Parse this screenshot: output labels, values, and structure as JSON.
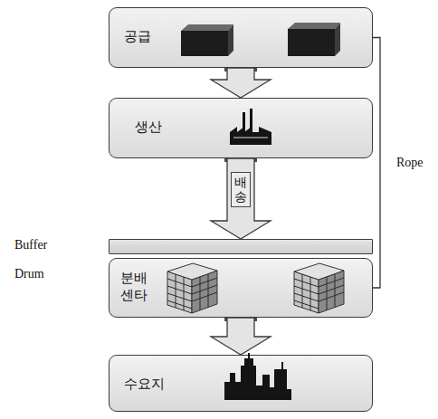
{
  "diagram": {
    "nodes": [
      {
        "text": [
          "공급"
        ]
      },
      {
        "text": [
          "생산"
        ]
      },
      {
        "text": [
          "Buffer"
        ]
      },
      {
        "text": [
          "Drum",
          "분배 센타"
        ]
      },
      {
        "text": [
          "수요지"
        ]
      }
    ],
    "edges": [
      {
        "from": 0,
        "to": 1,
        "arrow": "to"
      },
      {
        "from": 1,
        "to": 2,
        "arrow": "to",
        "label": "배송"
      },
      {
        "from": 3,
        "to": 4,
        "arrow": "to"
      },
      {
        "from": 0,
        "to": 3,
        "arrow": "none",
        "label": "Rope"
      }
    ]
  }
}
